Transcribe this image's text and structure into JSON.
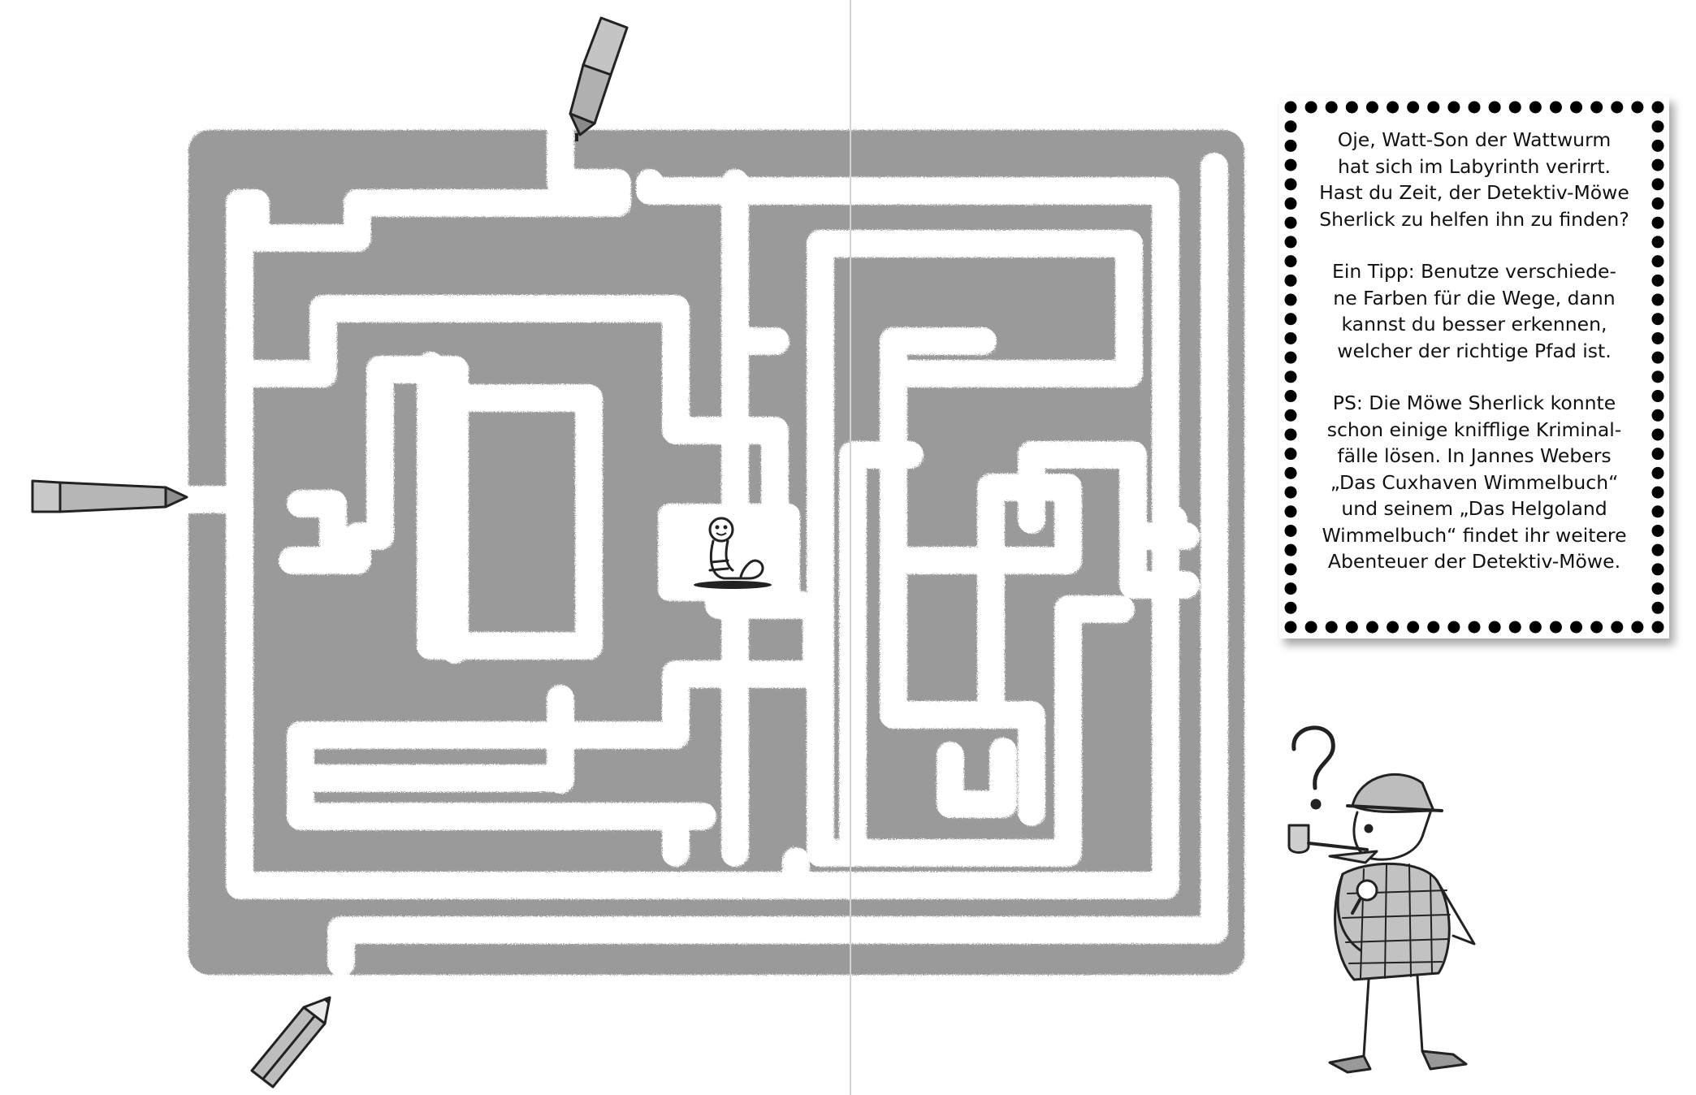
{
  "info": {
    "paragraphs": [
      {
        "lines": [
          "Oje, Watt-Son der Wattwurm",
          "hat sich im Labyrinth verirrt.",
          "Hast du Zeit, der Detektiv-Möwe",
          "Sherlick zu helfen ihn zu finden?"
        ]
      },
      {
        "lines": [
          "Ein Tipp: Benutze verschiede-",
          "ne Farben für die Wege, dann",
          "kannst du besser erkennen,",
          "welcher der richtige Pfad ist."
        ]
      },
      {
        "lines": [
          "PS: Die Möwe Sherlick konnte",
          "schon einige knifflige Kriminal-",
          "fälle lösen. In Jannes Webers",
          "„Das Cuxhaven Wimmelbuch“",
          "und seinem „Das Helgoland",
          "Wimmelbuch“ findet ihr weitere",
          "Abenteuer der Detektiv-Möwe."
        ]
      }
    ]
  },
  "colors": {
    "maze_fill": "#9a9a9a",
    "path": "#ffffff",
    "line_art": "#222222",
    "pen_body": "#bdbdbd",
    "dot": "#000000"
  },
  "icons": {
    "top_entry": "marker-pen-icon",
    "left_entry": "felt-tip-pen-icon",
    "bottom_entry": "pencil-icon",
    "goal": "worm-icon",
    "character": "seagull-detective-icon"
  }
}
